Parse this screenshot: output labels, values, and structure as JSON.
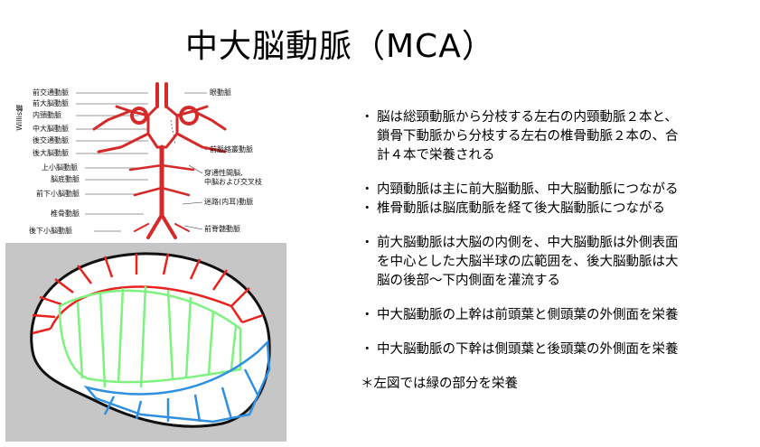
{
  "title": "中大脳動脈（MCA）",
  "bullets": [
    {
      "mark": "・",
      "lines": [
        "脳は総頸動脈から分枝する左右の内頸動脈２本と、",
        "鎖骨下動脈から分枝する左右の椎骨動脈２本の、合",
        "計４本で栄養される"
      ]
    },
    {
      "mark": "・",
      "lines": [
        "内頸動脈は主に前大脳動脈、中大脳動脈につながる"
      ]
    },
    {
      "mark": "・",
      "lines": [
        "椎骨動脈は脳底動脈を経て後大脳動脈につながる"
      ]
    },
    {
      "mark": "・",
      "lines": [
        "前大脳動脈は大脳の内側を、中大脳動脈は外側表面",
        "を中心とした大脳半球の広範囲を、後大脳動脈は大",
        "脳の後部〜下内側面を灌流する"
      ]
    },
    {
      "mark": "・",
      "lines": [
        "中大脳動脈の上幹は前頭葉と側頭葉の外側面を栄養"
      ]
    },
    {
      "mark": "・",
      "lines": [
        "中大脳動脈の下幹は側頭葉と後頭葉の外側面を栄養"
      ]
    }
  ],
  "note": "＊左図では緑の部分を栄養",
  "anatomy": {
    "left_labels": [
      "前交通動脈",
      "前大脳動脈",
      "内頸動脈",
      "中大脳動脈",
      "後交通動脈",
      "後大脳動脈",
      "上小脳動脈",
      "脳底動脈",
      "前下小脳動脈",
      "椎骨動脈",
      "後下小脳動脈"
    ],
    "circle_label": "Willis輪",
    "right_labels": [
      "眼動脈",
      "前脈絡叢動脈",
      "穿通性間脳,",
      "中脳および交叉枝",
      "迷路(内耳)動脈",
      "前脊髄動脈"
    ]
  },
  "brain_colors": {
    "anterior": "#e8231f",
    "middle": "#7ef27e",
    "posterior": "#2f8fe0"
  }
}
